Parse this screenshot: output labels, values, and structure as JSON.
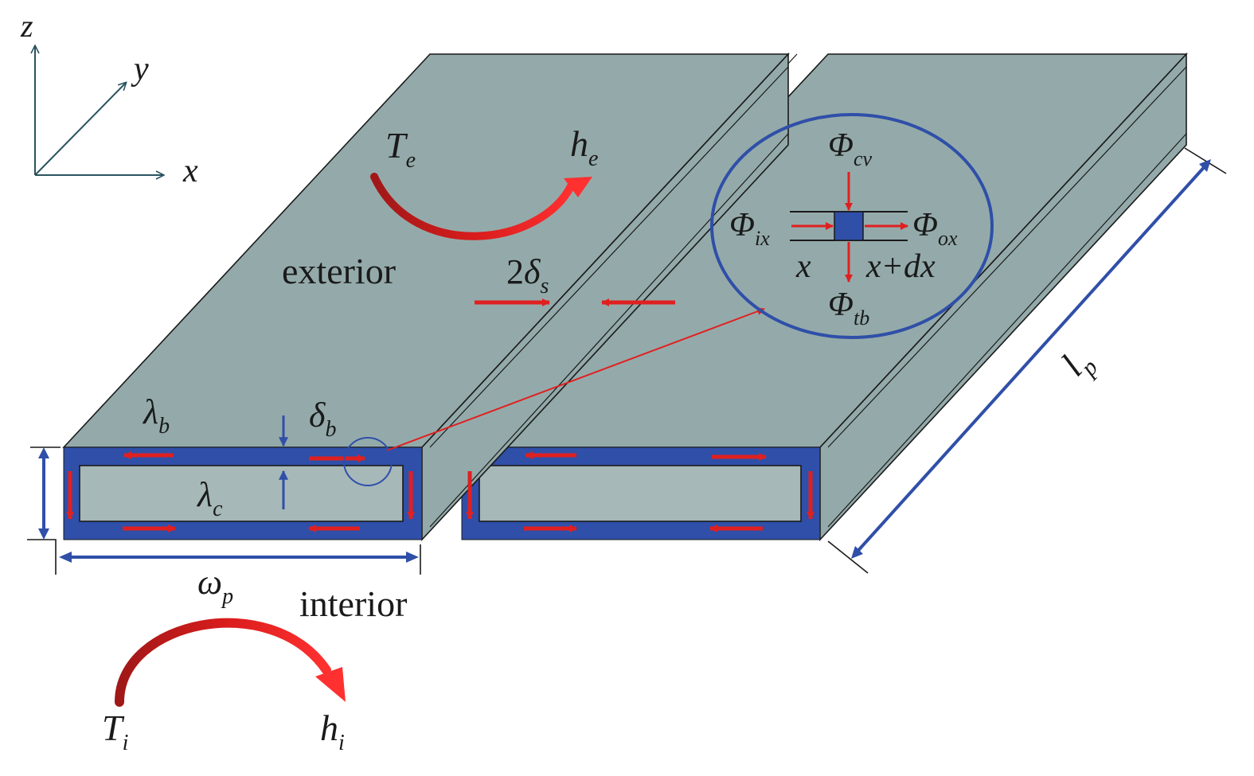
{
  "colors": {
    "panel_face": "#94aaaa",
    "panel_edge": "#1a1a1a",
    "frame_blue": "#2f4fa8",
    "inner_fill": "#a6b8b8",
    "heat_red": "#e02020",
    "heat_red_dark": "#a01818",
    "dim_blue": "#2f4fa8",
    "axis_color": "#2a5360",
    "text": "#1a1a1a"
  },
  "axes": {
    "x": "x",
    "y": "y",
    "z": "z"
  },
  "labels": {
    "exterior": "exterior",
    "interior": "interior",
    "Te_base": "T",
    "Te_sub": "e",
    "he_base": "h",
    "he_sub": "e",
    "Ti_base": "T",
    "Ti_sub": "i",
    "hi_base": "h",
    "hi_sub": "i",
    "gap_coef": "2",
    "gap_base": "δ",
    "gap_sub": "s",
    "lambda_b_base": "λ",
    "lambda_b_sub": "b",
    "lambda_c_base": "λ",
    "lambda_c_sub": "c",
    "delta_b_base": "δ",
    "delta_b_sub": "b",
    "omega_p_base": "ω",
    "omega_p_sub": "p",
    "l_p_base": "l",
    "l_p_sub": "p"
  },
  "inset": {
    "phi_cv_base": "Φ",
    "phi_cv_sub": "cv",
    "phi_ix_base": "Φ",
    "phi_ix_sub": "ix",
    "phi_ox_base": "Φ",
    "phi_ox_sub": "ox",
    "phi_tb_base": "Φ",
    "phi_tb_sub": "tb",
    "x_label": "x",
    "xdx_label": "x+dx"
  }
}
